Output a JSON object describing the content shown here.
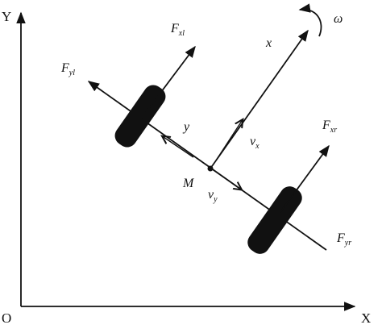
{
  "axes": {
    "y_label": "Y",
    "x_label": "X",
    "origin_label": "O"
  },
  "labels": {
    "omega": "ω",
    "x_body": "x",
    "y_body": "y",
    "mass_point": "M",
    "vx_main": "v",
    "vx_sub": "x",
    "vy_main": "v",
    "vy_sub": "y",
    "fxl_main": "F",
    "fxl_sub": "xl",
    "fyl_main": "F",
    "fyl_sub": "yl",
    "fxr_main": "F",
    "fxr_sub": "xr",
    "fyr_main": "F",
    "fyr_sub": "yr"
  },
  "colors": {
    "ink": "#111111",
    "wheel": "#111111",
    "background": "#ffffff"
  }
}
